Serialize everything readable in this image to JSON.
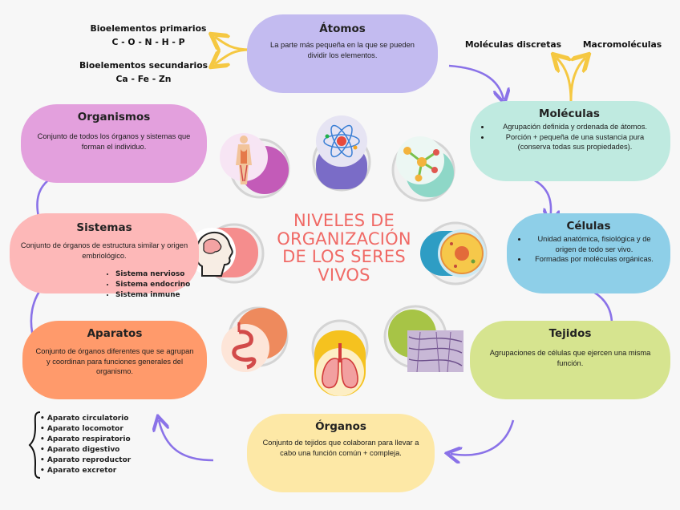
{
  "colors": {
    "atomos": "#c3bbf0",
    "moleculas": "#bfeae0",
    "celulas": "#8ecfe8",
    "tejidos": "#d6e48f",
    "organos": "#fde8a6",
    "aparatos": "#ff9a6b",
    "sistemas": "#fdb8b8",
    "organismos": "#e3a0dd",
    "title": "#f06a66",
    "arrow": "#8a72e8",
    "fork_arrow": "#f5c842"
  },
  "title": [
    "NIVELES DE",
    "ORGANIZACIÓN",
    "DE LOS SERES",
    "VIVOS"
  ],
  "bioelementos": {
    "primarios_label": "Bioelementos primarios",
    "primarios_value": "C - O - N - H - P",
    "secundarios_label": "Bioelementos secundarios",
    "secundarios_value": "Ca - Fe - Zn"
  },
  "moleculas_types": {
    "discretas": "Moléculas discretas",
    "macro": "Macromoléculas"
  },
  "levels": {
    "atomos": {
      "title": "Átomos",
      "text": "La parte más pequeña en la que se pueden dividir los elementos."
    },
    "moleculas": {
      "title": "Moléculas",
      "bullets": [
        "Agrupación definida y ordenada de átomos.",
        "Porción + pequeña de una sustancia pura (conserva todas sus propiedades)."
      ]
    },
    "celulas": {
      "title": "Células",
      "bullets": [
        "Unidad anatómica, fisiológica y de origen de todo ser vivo.",
        "Formadas por moléculas orgánicas."
      ]
    },
    "tejidos": {
      "title": "Tejidos",
      "text": "Agrupaciones de células que ejercen una misma función."
    },
    "organos": {
      "title": "Órganos",
      "text": "Conjunto de tejidos que colaboran para llevar a cabo una función común + compleja."
    },
    "aparatos": {
      "title": "Aparatos",
      "text": "Conjunto de órganos diferentes que se agrupan y coordinan para funciones generales del organismo."
    },
    "sistemas": {
      "title": "Sistemas",
      "text": "Conjunto de órganos de estructura similar y origen embriológico."
    },
    "organismos": {
      "title": "Organismos",
      "text": "Conjunto de todos los órganos y sistemas que forman el individuo."
    }
  },
  "sistemas_list": [
    "Sistema nervioso",
    "Sistema endocrino",
    "Sistema inmune"
  ],
  "aparatos_list": [
    "Aparato circulatorio",
    "Aparato locomotor",
    "Aparato respiratorio",
    "Aparato digestivo",
    "Aparato reproductor",
    "Aparato excretor"
  ],
  "icons": [
    "atom-icon",
    "molecule-icon",
    "cell-icon",
    "tissue-icon",
    "lungs-icon",
    "digestive-icon",
    "brain-head-icon",
    "human-body-icon"
  ]
}
